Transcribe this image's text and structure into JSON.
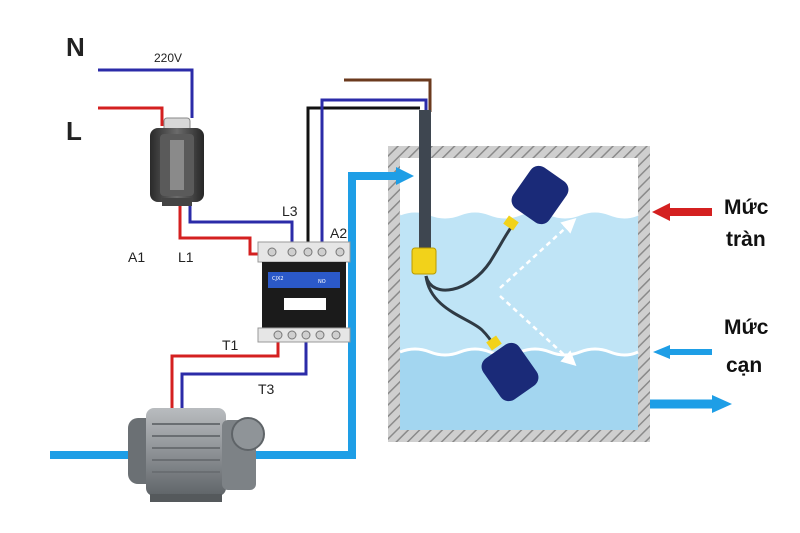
{
  "labels": {
    "n": "N",
    "l": "L",
    "voltage": "220V",
    "l3": "L3",
    "a2": "A2",
    "a1": "A1",
    "l1": "L1",
    "t1": "T1",
    "t3": "T3",
    "overflow_line1": "Mức",
    "overflow_line2": "tràn",
    "low_line1": "Mức",
    "low_line2": "cạn"
  },
  "colors": {
    "neutral": "#2b2ba8",
    "live": "#d42020",
    "pipe": "#1e9ee6",
    "water_upper": "#bfe4f6",
    "water_lower": "#a3d6f0",
    "float": "#1a2a78",
    "sensor": "#f2d21a"
  }
}
